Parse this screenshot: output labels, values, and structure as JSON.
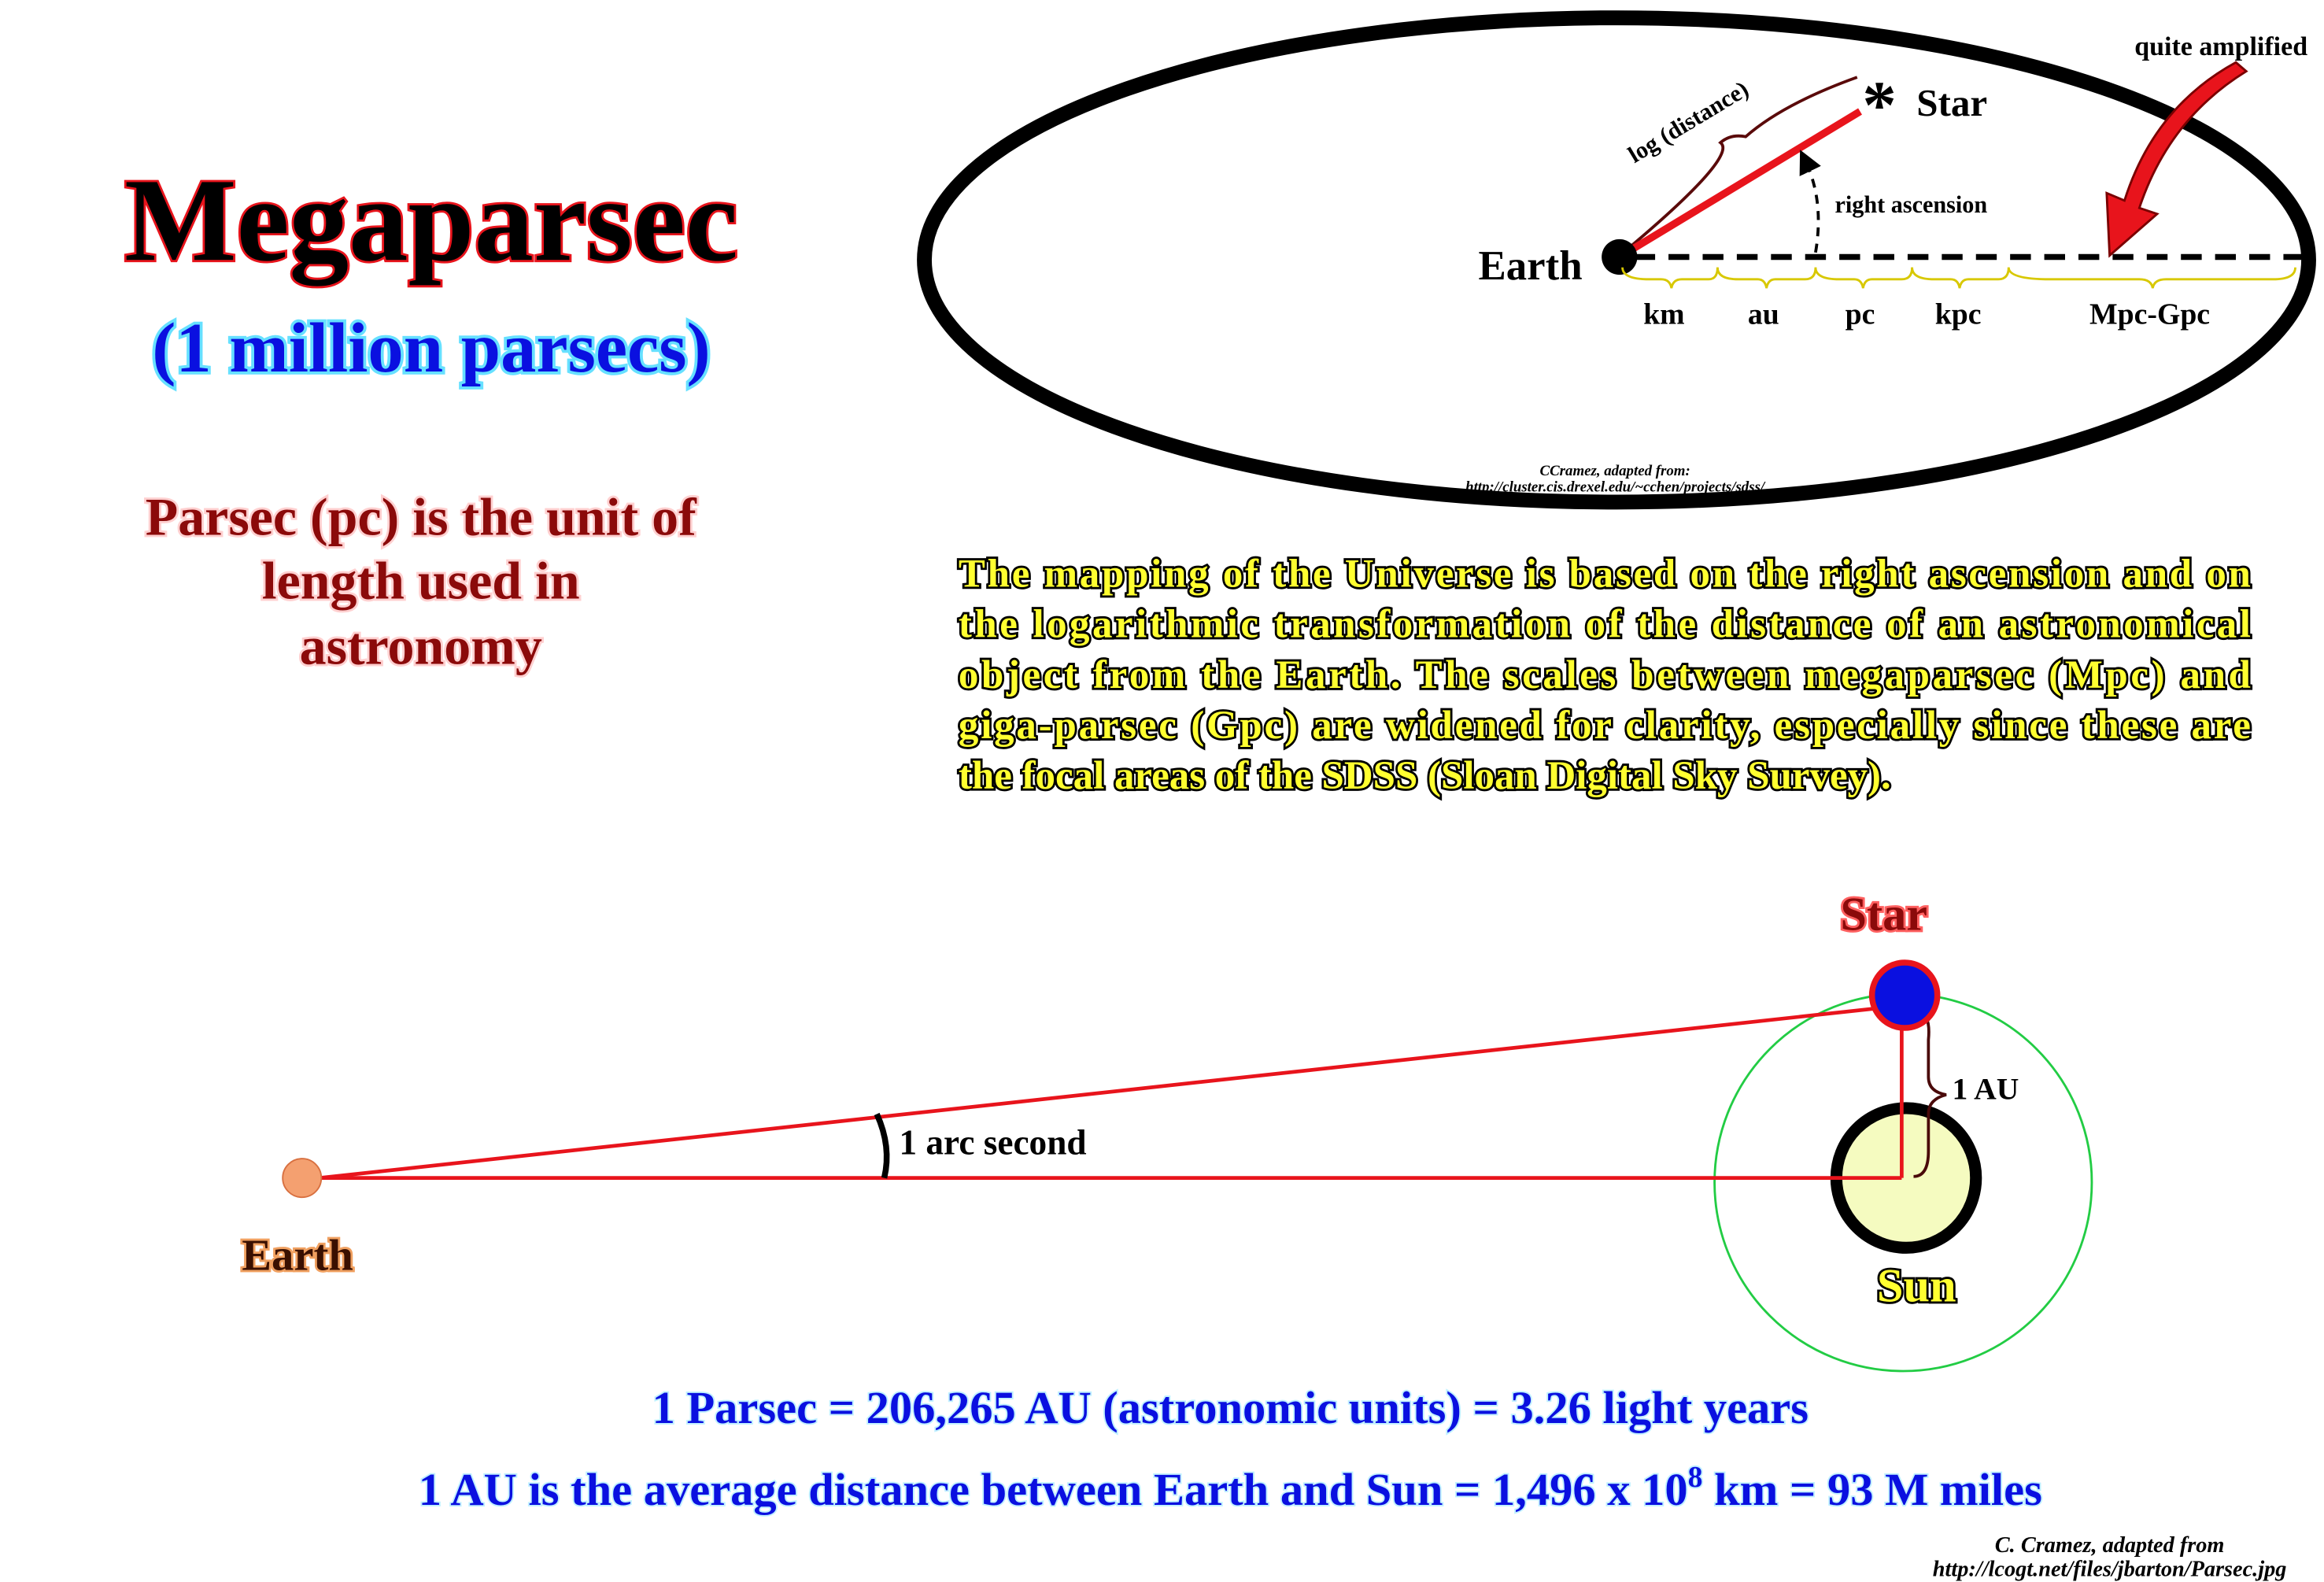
{
  "title": "Megaparsec",
  "subtitle": "(1 million parsecs)",
  "definition_lines": [
    "Parsec (pc) is the unit of",
    "length used in",
    "astronomy"
  ],
  "log_diagram": {
    "earth_label": "Earth",
    "star_label": "Star",
    "log_distance_label": "log (distance)",
    "right_ascension_label": "right ascension",
    "amplified_label": "quite amplified",
    "scale_labels": [
      "km",
      "au",
      "pc",
      "kpc",
      "Mpc-Gpc"
    ],
    "credit_lines": [
      "CCramez, adapted from:",
      "http://cluster.cis.drexel.edu/~cchen/projects/sdss/"
    ]
  },
  "paragraph_lines": [
    "The mapping of the Universe is based on the right ascension and on",
    "the logarithmic transformation of the distance of an astronomical",
    "object from the Earth. The scales between megaparsec (Mpc) and",
    "giga-parsec (Gpc) are widened for clarity, especially since these are",
    "the focal areas of the SDSS (Sloan Digital Sky Survey)."
  ],
  "parallax_diagram": {
    "earth_label": "Earth",
    "star_label": "Star",
    "sun_label": "Sun",
    "angle_label": "1 arc second",
    "au_label": "1 AU"
  },
  "facts": {
    "line1": "1 Parsec = 206,265 AU (astronomic units) = 3.26 light years",
    "line2_prefix": "1 AU is the average distance between Earth and Sun = 1,496 x 10",
    "line2_exp": "8",
    "line2_suffix": " km = 93 M miles"
  },
  "credit_lines": [
    "C. Cramez, adapted from",
    "http://lcogt.net/files/jbarton/Parsec.jpg"
  ],
  "colors": {
    "red": "#e8141c",
    "blue": "#0a10e0",
    "dark_red": "#8b0a0a",
    "yellow": "#ffff30",
    "green": "#22cc44"
  }
}
